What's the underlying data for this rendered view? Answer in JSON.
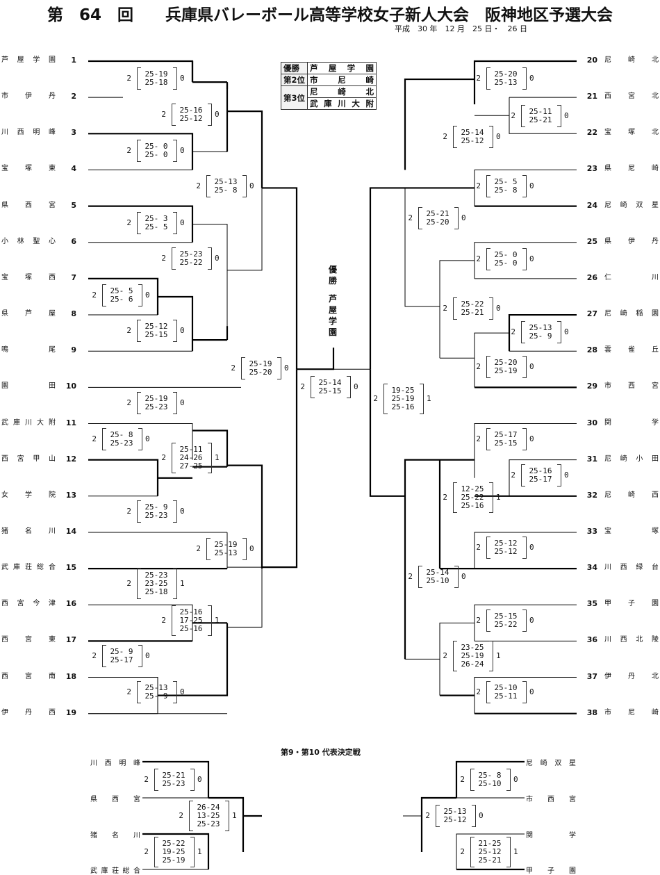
{
  "title": "第　64　回　　兵庫県バレーボール高等学校女子新人大会　阪神地区予選大会",
  "date": "平成　30 年　12 月　25 日・　26 日",
  "results": [
    {
      "place": "優勝",
      "team": "芦屋学園"
    },
    {
      "place": "第2位",
      "team": "市尼崎"
    },
    {
      "place": "第3位",
      "team": "尼崎北"
    },
    {
      "place": "",
      "team": "武庫川大附"
    }
  ],
  "champion_label": "優勝",
  "champion_team": "芦屋学園",
  "teams_left": [
    {
      "no": "1",
      "name": "芦屋学園"
    },
    {
      "no": "2",
      "name": "市伊丹"
    },
    {
      "no": "3",
      "name": "川西明峰"
    },
    {
      "no": "4",
      "name": "宝塚東"
    },
    {
      "no": "5",
      "name": "県西宮"
    },
    {
      "no": "6",
      "name": "小林聖心"
    },
    {
      "no": "7",
      "name": "宝塚西"
    },
    {
      "no": "8",
      "name": "県芦屋"
    },
    {
      "no": "9",
      "name": "鳴尾"
    },
    {
      "no": "10",
      "name": "園田"
    },
    {
      "no": "11",
      "name": "武庫川大附"
    },
    {
      "no": "12",
      "name": "西宮甲山"
    },
    {
      "no": "13",
      "name": "女学院"
    },
    {
      "no": "14",
      "name": "猪名川"
    },
    {
      "no": "15",
      "name": "武庫荘総合"
    },
    {
      "no": "16",
      "name": "西宮今津"
    },
    {
      "no": "17",
      "name": "西宮東"
    },
    {
      "no": "18",
      "name": "西宮南"
    },
    {
      "no": "19",
      "name": "伊丹西"
    }
  ],
  "teams_right": [
    {
      "no": "20",
      "name": "尼崎北"
    },
    {
      "no": "21",
      "name": "西宮北"
    },
    {
      "no": "22",
      "name": "宝塚北"
    },
    {
      "no": "23",
      "name": "県尼崎"
    },
    {
      "no": "24",
      "name": "尼崎双星"
    },
    {
      "no": "25",
      "name": "県伊丹"
    },
    {
      "no": "26",
      "name": "仁川"
    },
    {
      "no": "27",
      "name": "尼崎稲園"
    },
    {
      "no": "28",
      "name": "雲雀丘"
    },
    {
      "no": "29",
      "name": "市西宮"
    },
    {
      "no": "30",
      "name": "関学"
    },
    {
      "no": "31",
      "name": "尼崎小田"
    },
    {
      "no": "32",
      "name": "尼崎西"
    },
    {
      "no": "33",
      "name": "宝塚"
    },
    {
      "no": "34",
      "name": "川西緑台"
    },
    {
      "no": "35",
      "name": "甲子園"
    },
    {
      "no": "36",
      "name": "川西北陵"
    },
    {
      "no": "37",
      "name": "伊丹北"
    },
    {
      "no": "38",
      "name": "市尼崎"
    }
  ],
  "scores": [
    {
      "w": "2",
      "sets": [
        "25-19",
        "25-18"
      ],
      "l": "0"
    },
    {
      "w": "2",
      "sets": [
        "25-16",
        "25-12"
      ],
      "l": "0"
    },
    {
      "w": "2",
      "sets": [
        "25- 0",
        "25- 0"
      ],
      "l": "0"
    },
    {
      "w": "2",
      "sets": [
        "25-13",
        "25- 8"
      ],
      "l": "0"
    },
    {
      "w": "2",
      "sets": [
        "25- 3",
        "25- 5"
      ],
      "l": "0"
    },
    {
      "w": "2",
      "sets": [
        "25-23",
        "25-22"
      ],
      "l": "0"
    },
    {
      "w": "2",
      "sets": [
        "25- 5",
        "25- 6"
      ],
      "l": "0"
    },
    {
      "w": "2",
      "sets": [
        "25-12",
        "25-15"
      ],
      "l": "0"
    },
    {
      "w": "2",
      "sets": [
        "25-19",
        "25-20"
      ],
      "l": "0"
    },
    {
      "w": "2",
      "sets": [
        "25-19",
        "25-23"
      ],
      "l": "0"
    },
    {
      "w": "2",
      "sets": [
        "25- 8",
        "25-23"
      ],
      "l": "0"
    },
    {
      "w": "2",
      "sets": [
        "25-11",
        "24-26",
        "27-25"
      ],
      "l": "1"
    },
    {
      "w": "2",
      "sets": [
        "25- 9",
        "25-23"
      ],
      "l": "0"
    },
    {
      "w": "2",
      "sets": [
        "25-19",
        "25-13"
      ],
      "l": "0"
    },
    {
      "w": "2",
      "sets": [
        "25-23",
        "23-25",
        "25-18"
      ],
      "l": "1"
    },
    {
      "w": "2",
      "sets": [
        "25-16",
        "17-25",
        "25-16"
      ],
      "l": "1"
    },
    {
      "w": "2",
      "sets": [
        "25- 9",
        "25-17"
      ],
      "l": "0"
    },
    {
      "w": "2",
      "sets": [
        "25-13",
        "25- 9"
      ],
      "l": "0"
    },
    {
      "w": "2",
      "sets": [
        "25-14",
        "25-15"
      ],
      "l": "0"
    },
    {
      "w": "2",
      "sets": [
        "19-25",
        "25-19",
        "25-16"
      ],
      "l": "1"
    },
    {
      "w": "2",
      "sets": [
        "25-20",
        "25-13"
      ],
      "l": "0"
    },
    {
      "w": "2",
      "sets": [
        "25-11",
        "25-21"
      ],
      "l": "0"
    },
    {
      "w": "2",
      "sets": [
        "25-14",
        "25-12"
      ],
      "l": "0"
    },
    {
      "w": "2",
      "sets": [
        "25- 5",
        "25- 8"
      ],
      "l": "0"
    },
    {
      "w": "2",
      "sets": [
        "25-21",
        "25-20"
      ],
      "l": "0"
    },
    {
      "w": "2",
      "sets": [
        "25- 0",
        "25- 0"
      ],
      "l": "0"
    },
    {
      "w": "2",
      "sets": [
        "25-22",
        "25-21"
      ],
      "l": "0"
    },
    {
      "w": "2",
      "sets": [
        "25-13",
        "25- 9"
      ],
      "l": "0"
    },
    {
      "w": "2",
      "sets": [
        "25-20",
        "25-19"
      ],
      "l": "0"
    },
    {
      "w": "2",
      "sets": [
        "25-17",
        "25-15"
      ],
      "l": "0"
    },
    {
      "w": "2",
      "sets": [
        "25-16",
        "25-17"
      ],
      "l": "0"
    },
    {
      "w": "2",
      "sets": [
        "12-25",
        "25-22",
        "25-16"
      ],
      "l": "1"
    },
    {
      "w": "2",
      "sets": [
        "25-12",
        "25-12"
      ],
      "l": "0"
    },
    {
      "w": "2",
      "sets": [
        "25-14",
        "25-10"
      ],
      "l": "0"
    },
    {
      "w": "2",
      "sets": [
        "25-15",
        "25-22"
      ],
      "l": "0"
    },
    {
      "w": "2",
      "sets": [
        "23-25",
        "25-19",
        "26-24"
      ],
      "l": "1"
    },
    {
      "w": "2",
      "sets": [
        "25-10",
        "25-11"
      ],
      "l": "0"
    },
    {
      "w": "2",
      "sets": [
        "25-21",
        "25-23"
      ],
      "l": "0"
    },
    {
      "w": "2",
      "sets": [
        "26-24",
        "13-25",
        "25-23"
      ],
      "l": "1"
    },
    {
      "w": "2",
      "sets": [
        "25-22",
        "19-25",
        "25-19"
      ],
      "l": "1"
    },
    {
      "w": "2",
      "sets": [
        "25- 8",
        "25-10"
      ],
      "l": "0"
    },
    {
      "w": "2",
      "sets": [
        "25-13",
        "25-12"
      ],
      "l": "0"
    },
    {
      "w": "2",
      "sets": [
        "21-25",
        "25-12",
        "25-21"
      ],
      "l": "1"
    }
  ],
  "consolation": {
    "title": "第9・第10 代表決定戦",
    "left_teams": [
      "川西明峰",
      "県西宮",
      "猪名川",
      "武庫荘総合"
    ],
    "right_teams": [
      "尼崎双星",
      "市西宮",
      "関学",
      "甲子園"
    ]
  }
}
